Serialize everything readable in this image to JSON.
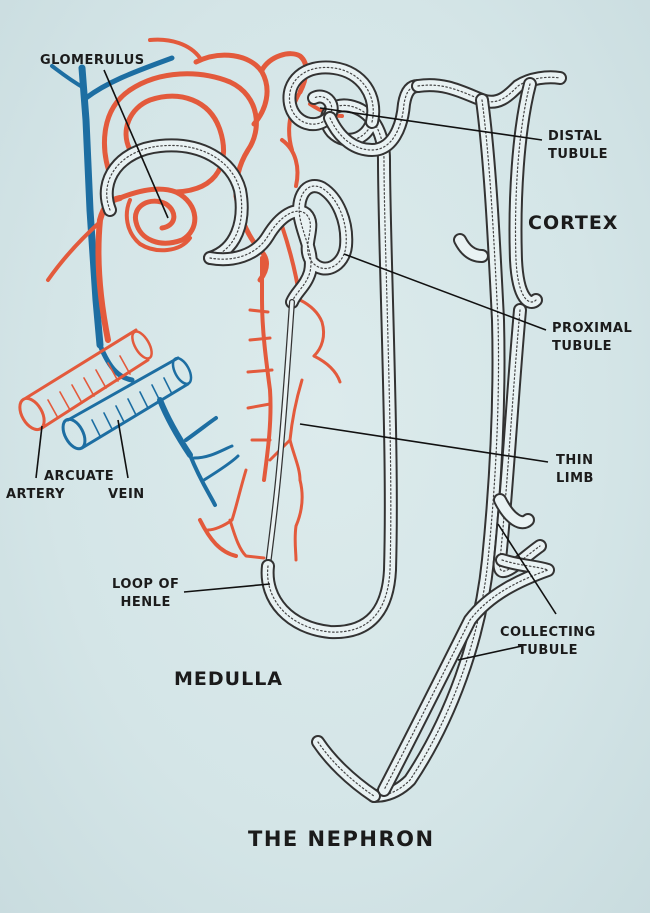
{
  "title": "THE NEPHRON",
  "regions": {
    "cortex": "CORTEX",
    "medulla": "MEDULLA"
  },
  "labels": {
    "glomerulus": "GLOMERULUS",
    "distal_tubule": [
      "DISTAL",
      "TUBULE"
    ],
    "proximal_tubule": [
      "PROXIMAL",
      "TUBULE"
    ],
    "thin_limb": [
      "THIN",
      "LIMB"
    ],
    "loop_of_henle": [
      "LOOP OF",
      "HENLE"
    ],
    "collecting_tubule": [
      "COLLECTING",
      "TUBULE"
    ],
    "arcuate": "ARCUATE",
    "artery": "ARTERY",
    "vein": "VEIN"
  },
  "colors": {
    "background": "#d3e4e6",
    "artery": "#e35a3c",
    "vein": "#1d6ea2",
    "tubule_outline": "#333333",
    "text": "#1b1b1b"
  }
}
